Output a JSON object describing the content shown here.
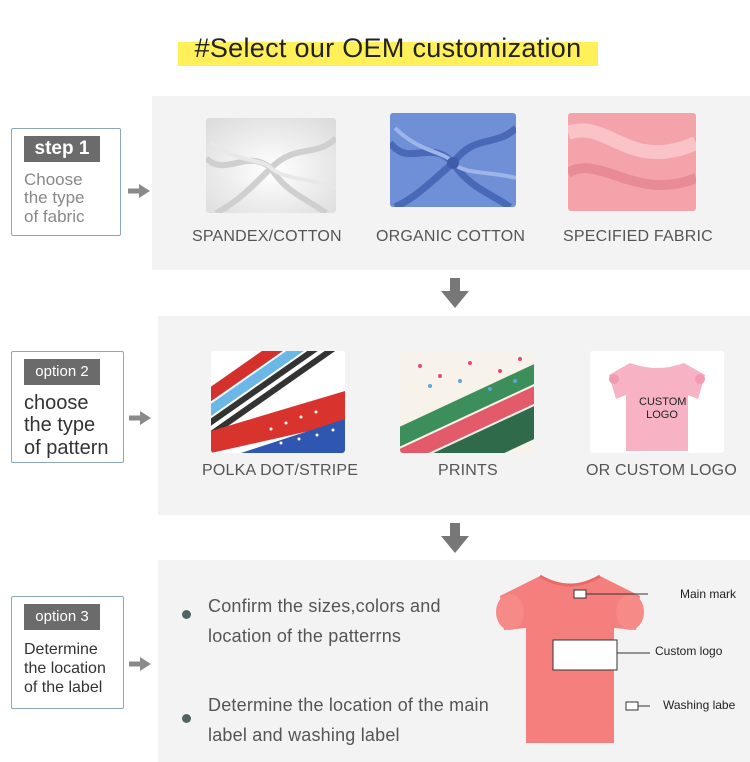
{
  "title": "#Select our OEM customization",
  "steps": [
    {
      "tag": "step 1",
      "desc_lines": [
        "Choose",
        "the type",
        "of fabric"
      ]
    },
    {
      "tag": "option 2",
      "desc_lines": [
        "choose",
        "the type",
        "of pattern"
      ]
    },
    {
      "tag": "option 3",
      "desc_lines": [
        "Determine",
        "the location",
        "of the label"
      ]
    }
  ],
  "fabrics": [
    "SPANDEX/COTTON",
    "ORGANIC COTTON",
    "SPECIFIED FABRIC"
  ],
  "patterns": [
    "POLKA DOT/STRIPE",
    "PRINTS",
    "OR CUSTOM LOGO"
  ],
  "custom_logo_text": [
    "CUSTOM",
    "LOGO"
  ],
  "label_points": [
    [
      "Confirm  the sizes,colors and",
      "location of the patterrns"
    ],
    [
      "Determine the location of the main",
      "label and washing label"
    ]
  ],
  "annotations": {
    "main_mark": "Main mark",
    "custom_logo": "Custom  logo",
    "washing_label": "Washing labe"
  },
  "colors": {
    "highlight": "#fff05a",
    "tag_bg": "#6b6b6b",
    "panel_bg": "#f3f3f3",
    "box_border": "#8aa8bd",
    "shirt_coral": "#f47f7c",
    "shirt_pink": "#f7b2c4"
  },
  "icons": {
    "arrow_right": "arrow-right-icon",
    "arrow_down": "arrow-down-icon"
  }
}
